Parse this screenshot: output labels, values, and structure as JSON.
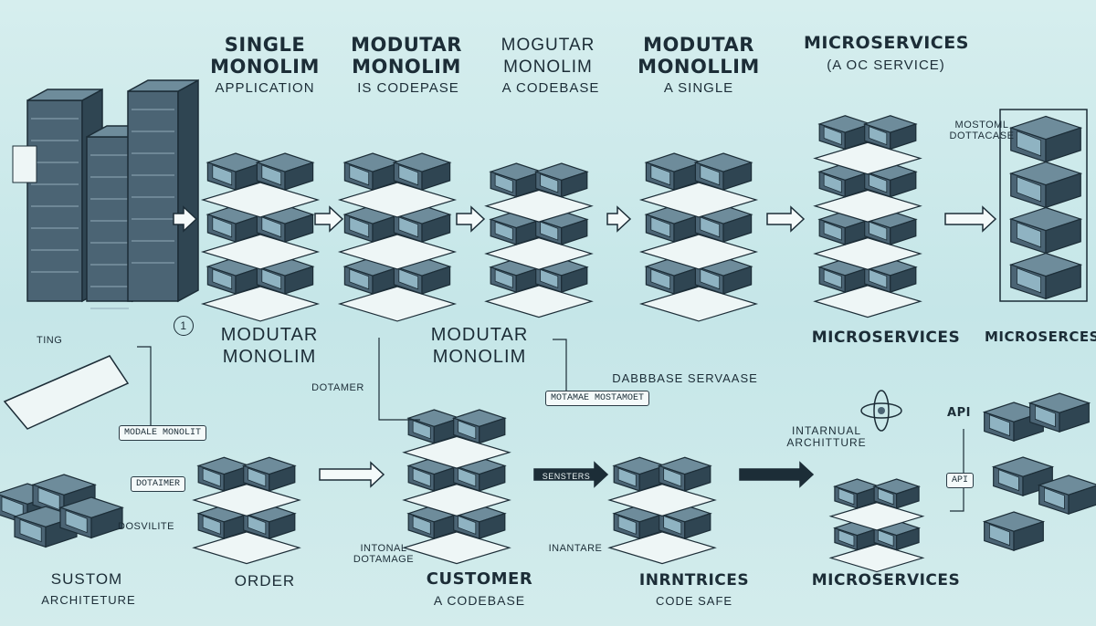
{
  "top_row": {
    "col1": {
      "title": "SINGLE",
      "title2": "MONOLIM",
      "subtitle": "APPLICATION"
    },
    "col2": {
      "title": "MODUTAR",
      "title2": "MONOLIM",
      "subtitle": "IS CODEPASE"
    },
    "col3": {
      "title": "MOGUTAR",
      "title2": "MONOLIM",
      "subtitle": "A CODEBASE"
    },
    "col4": {
      "title": "MODUTAR",
      "title2": "MONOLLIM",
      "subtitle": "A SINGLE"
    },
    "col5": {
      "title": "MICROSERVICES",
      "subtitle": "(A OC SERVICE)"
    },
    "side_note": "MOSTOML DOTTACASE",
    "step_badge": "1"
  },
  "middle_row": {
    "left_note": "TING",
    "modutar_a": {
      "title": "MODUTAR",
      "title2": "MONOLIM"
    },
    "modutar_b": {
      "title": "MODUTAR",
      "title2": "MONOLIM"
    },
    "microservices_a": "MICROSERVICES",
    "microservices_b": "MICROSERCES",
    "db_note": "DABBBASE  SERVAASE",
    "internal_note": "INTARNUAL ARCHITTURE",
    "api_label": "API"
  },
  "tags": {
    "modale_monolit": "MODALE MONOLIT",
    "left_small": "DOTAIMER",
    "lower_left": "DOSVILITE",
    "bigtag": "MOTAMAE MOSTAMOET",
    "dotamer": "DOTAMER",
    "arrow_tag1": "",
    "arrow_tag2": "SENSTERS",
    "arrow_tag3": "",
    "api_small": "API"
  },
  "bottom_row": {
    "c1": {
      "title": "SUSTOM",
      "subtitle": "ARCHITETURE"
    },
    "c2": {
      "title": "ORDER"
    },
    "c3": {
      "title": "CUSTOMER",
      "subtitle": "A CODEBASE"
    },
    "c4": {
      "title": "INRNTRICES",
      "subtitle": "CODE SAFE"
    },
    "c5": {
      "title": "MICROSERVICES"
    },
    "note1": "INTONAL DOTAMAGE",
    "note2": "INANTARE"
  },
  "colors": {
    "background": "#cfe9ea",
    "cube_top": "#6e8c9b",
    "cube_front": "#4b6474",
    "cube_side": "#2f4552",
    "screen": "#8fb3c2",
    "plate": "#eef6f6",
    "ink": "#1c2d37"
  }
}
